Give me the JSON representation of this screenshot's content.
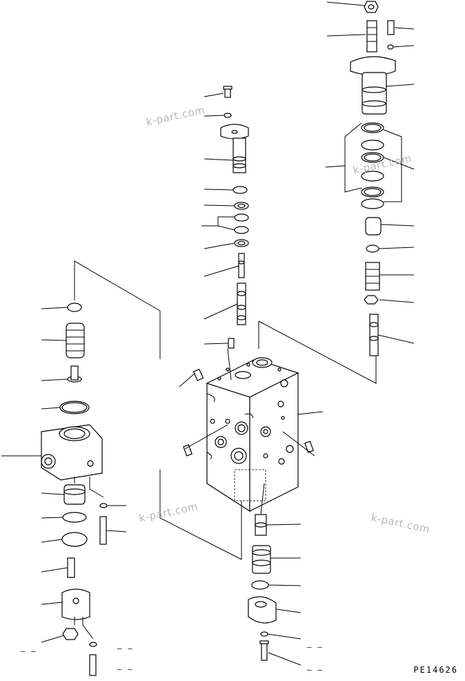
{
  "diagram": {
    "drawing_code": "PE14626",
    "watermarks": [
      "k-part.com",
      "k-part.com",
      "k-part.com",
      "k-part.com"
    ],
    "placeholder_marks": [
      "– –",
      "– –",
      "– –",
      "– –",
      "– –"
    ]
  }
}
